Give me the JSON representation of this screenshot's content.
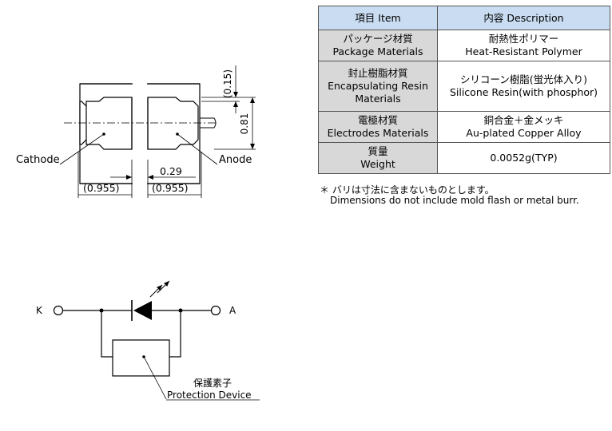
{
  "table": {
    "header_item": "項目 Item",
    "header_desc": "内容 Description",
    "rows": [
      {
        "item_jp": "パッケージ材質",
        "item_en": "Package Materials",
        "desc_jp": "耐熱性ポリマー",
        "desc_en": "Heat-Resistant Polymer"
      },
      {
        "item_jp": "封止樹脂材質",
        "item_en1": "Encapsulating Resin",
        "item_en2": "Materials",
        "desc_jp": "シリコーン樹脂(蛍光体入り)",
        "desc_en": "Silicone Resin(with phosphor)"
      },
      {
        "item_jp": "電極材質",
        "item_en": "Electrodes Materials",
        "desc_jp": "銅合金＋金メッキ",
        "desc_en": "Au-plated Copper Alloy"
      },
      {
        "item_jp": "質量",
        "item_en": "Weight",
        "desc": "0.0052g(TYP)"
      }
    ]
  },
  "notes": {
    "jp": "＊ バリは寸法に含まないものとします。",
    "en": "Dimensions do not include mold flash or metal burr."
  },
  "package_drawing": {
    "cathode_label": "Cathode",
    "anode_label": "Anode",
    "dim_015": "(0.15)",
    "dim_081": "0.81",
    "dim_029": "0.29",
    "dim_left": "(0.955)",
    "dim_right": "(0.955)"
  },
  "circuit": {
    "k_label": "K",
    "a_label": "A",
    "device_jp": "保護素子",
    "device_en": "Protection Device"
  },
  "colors": {
    "header_bg": "#c9dcf1",
    "item_bg": "#d8d8d8",
    "line": "#000000"
  }
}
